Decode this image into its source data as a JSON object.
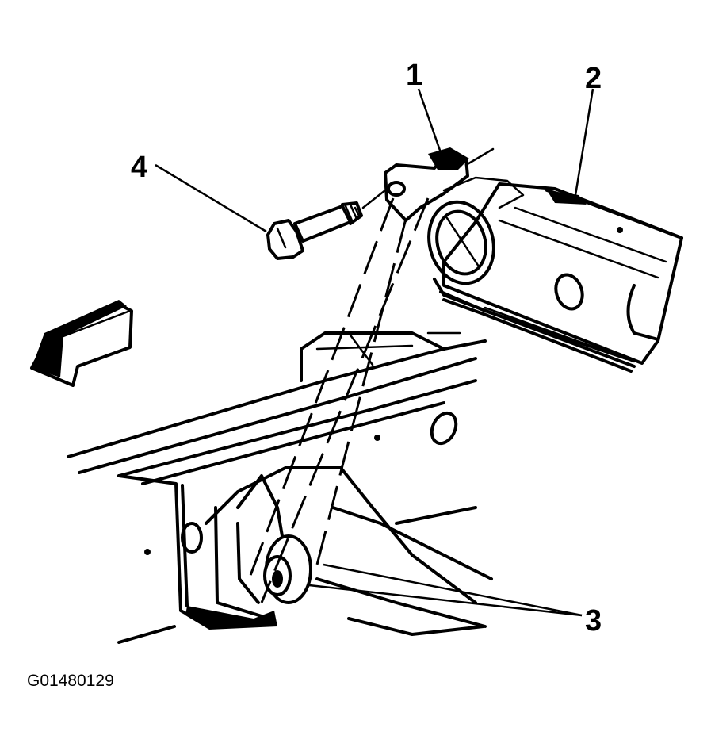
{
  "callouts": [
    "1",
    "2",
    "3",
    "4"
  ],
  "figure_id": "G01480129",
  "colors": {
    "ink": "#000000",
    "paper": "#ffffff"
  },
  "icons": {
    "direction": "front-arrow-icon"
  }
}
